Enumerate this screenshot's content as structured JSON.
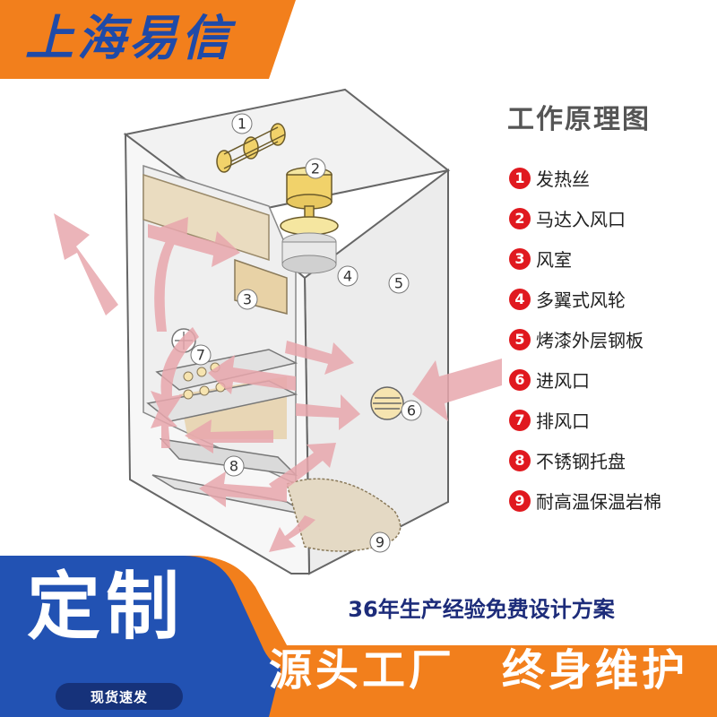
{
  "brand": {
    "name": "上海易信"
  },
  "legend": {
    "title": "工作原理图",
    "items": [
      {
        "num": "1",
        "label": "发热丝"
      },
      {
        "num": "2",
        "label": "马达入风口"
      },
      {
        "num": "3",
        "label": "风室"
      },
      {
        "num": "4",
        "label": "多翼式风轮"
      },
      {
        "num": "5",
        "label": "烤漆外层钢板"
      },
      {
        "num": "6",
        "label": "进风口"
      },
      {
        "num": "7",
        "label": "排风口"
      },
      {
        "num": "8",
        "label": "不锈钢托盘"
      },
      {
        "num": "9",
        "label": "耐高温保温岩棉"
      }
    ]
  },
  "callouts": [
    "1",
    "2",
    "3",
    "4",
    "5",
    "6",
    "7",
    "8",
    "9"
  ],
  "footer": {
    "custom": "定制",
    "stock": "现货速发",
    "years": "36年生产经验免费设计方案",
    "slogan_left": "源头工厂",
    "slogan_right": "终身维护"
  },
  "colors": {
    "brand_blue": "#1f4aa8",
    "accent_orange": "#f27f1c",
    "footer_blue": "#2252b3",
    "legend_red": "#e0191f",
    "arrow_pink": "#e8a7ad"
  }
}
